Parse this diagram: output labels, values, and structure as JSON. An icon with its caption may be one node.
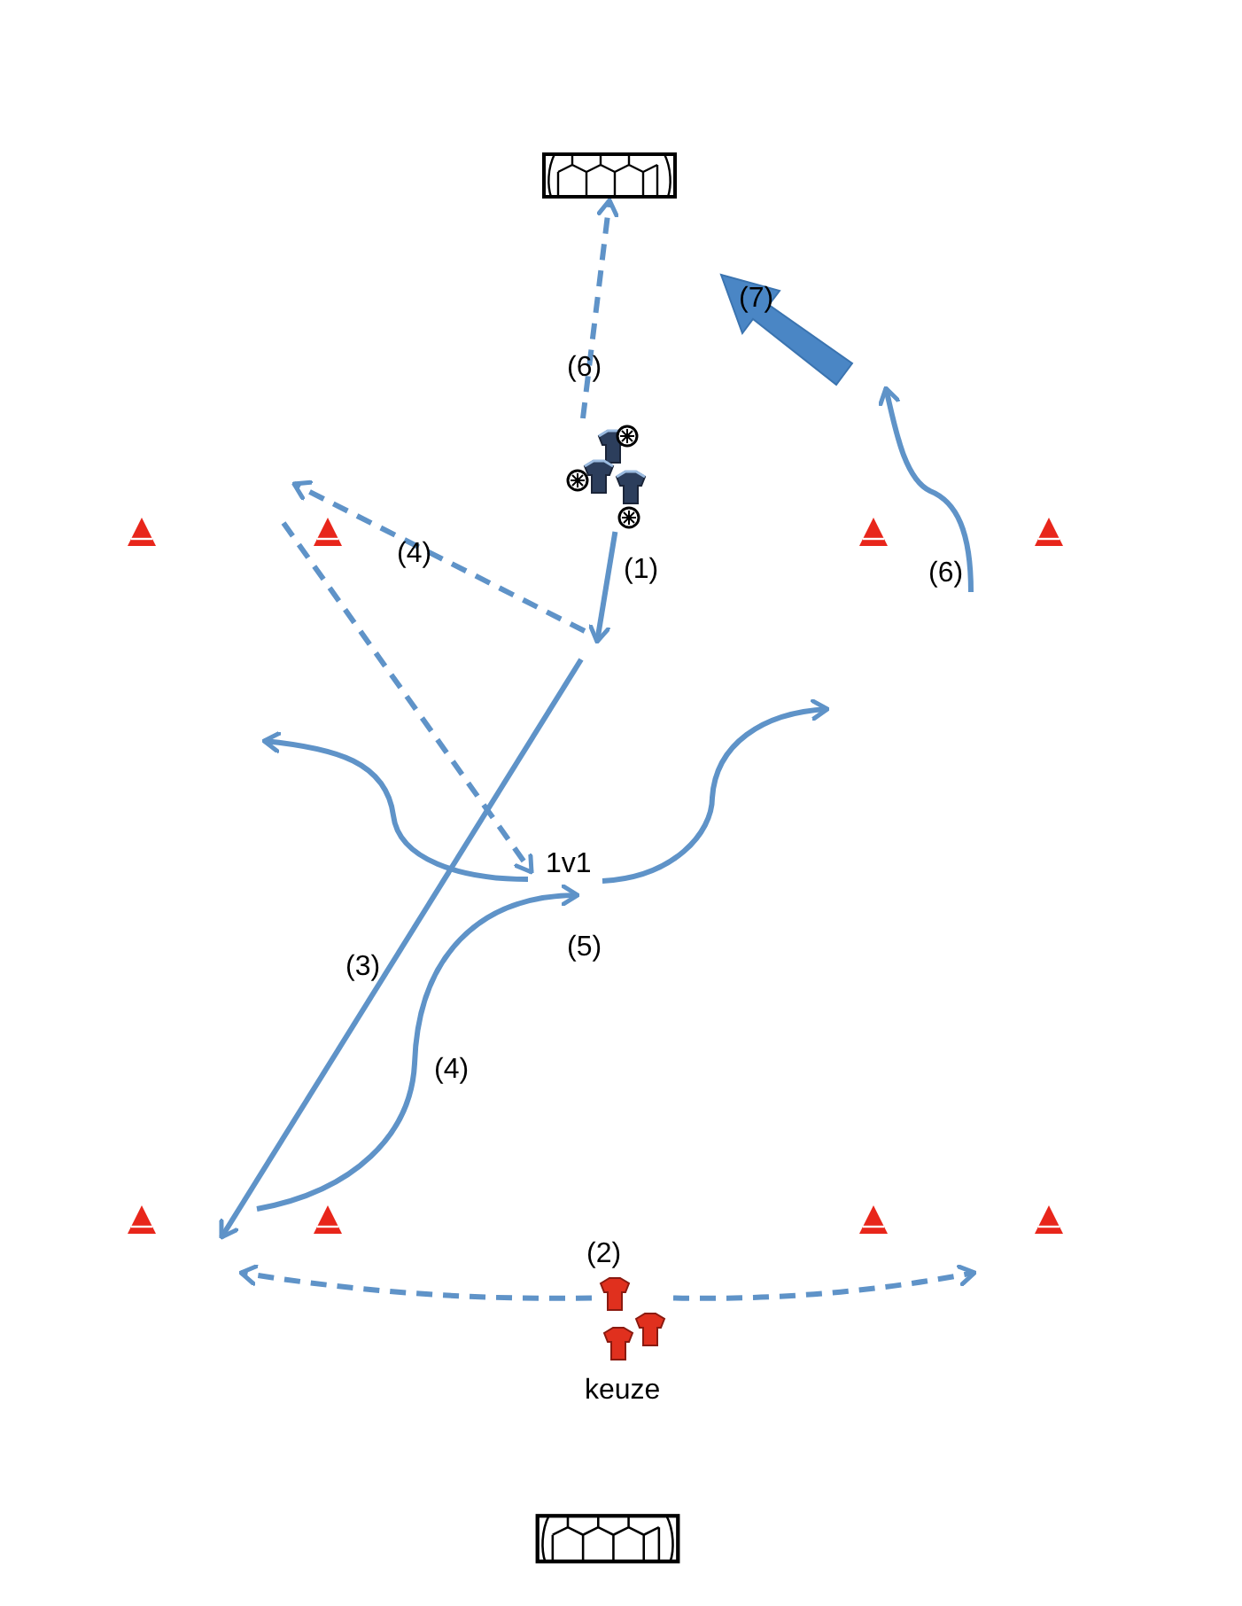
{
  "diagram": {
    "nodes": [
      {
        "text": [],
        "shape": "goal"
      },
      {
        "text": [],
        "shape": "picture"
      },
      {
        "text": [],
        "shape": "picture",
        "beside": [
          "keuze"
        ]
      },
      {
        "text": [],
        "shape": "goal"
      }
    ],
    "edges": [
      {
        "from": 1,
        "to": 0,
        "arrow": "to",
        "style": "dashed"
      },
      {
        "from": 1,
        "to": null,
        "arrow": "to"
      },
      {
        "from": 2,
        "to": null,
        "arrow": "to",
        "style": "dashed"
      },
      {
        "from": 2,
        "to": null,
        "arrow": "to",
        "style": "dashed"
      }
    ],
    "labels": [
      "(6)",
      "(7)",
      "(4)",
      "(1)",
      "(6)",
      "1v1",
      "(5)",
      "(3)",
      "(4)",
      "(2)"
    ]
  }
}
